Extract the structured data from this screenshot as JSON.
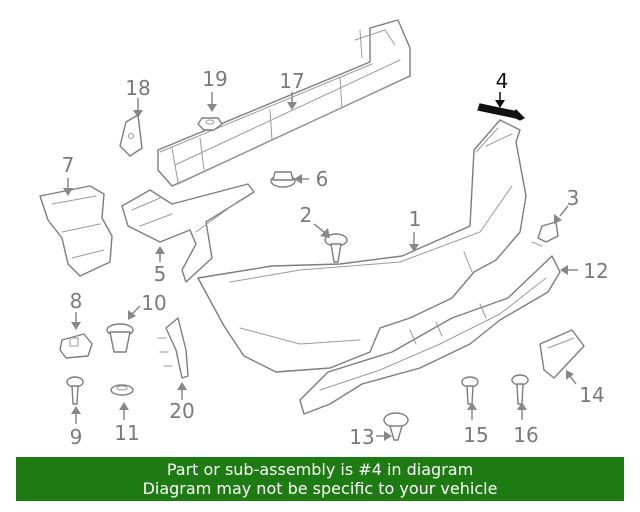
{
  "callouts": {
    "c1": "1",
    "c2": "2",
    "c3": "3",
    "c4": "4",
    "c5": "5",
    "c6": "6",
    "c7": "7",
    "c8": "8",
    "c9": "9",
    "c10": "10",
    "c11": "11",
    "c12": "12",
    "c13": "13",
    "c14": "14",
    "c15": "15",
    "c16": "16",
    "c17": "17",
    "c18": "18",
    "c19": "19",
    "c20": "20"
  },
  "highlight_callout": "4",
  "colors": {
    "banner_background": "#1e7a12",
    "banner_text": "#ffffff",
    "highlight": "#111111",
    "line_art": "#7d7d7d"
  },
  "banner": {
    "line1": "Part or sub-assembly is #4 in diagram",
    "line2": "Diagram may not be specific to your vehicle"
  }
}
